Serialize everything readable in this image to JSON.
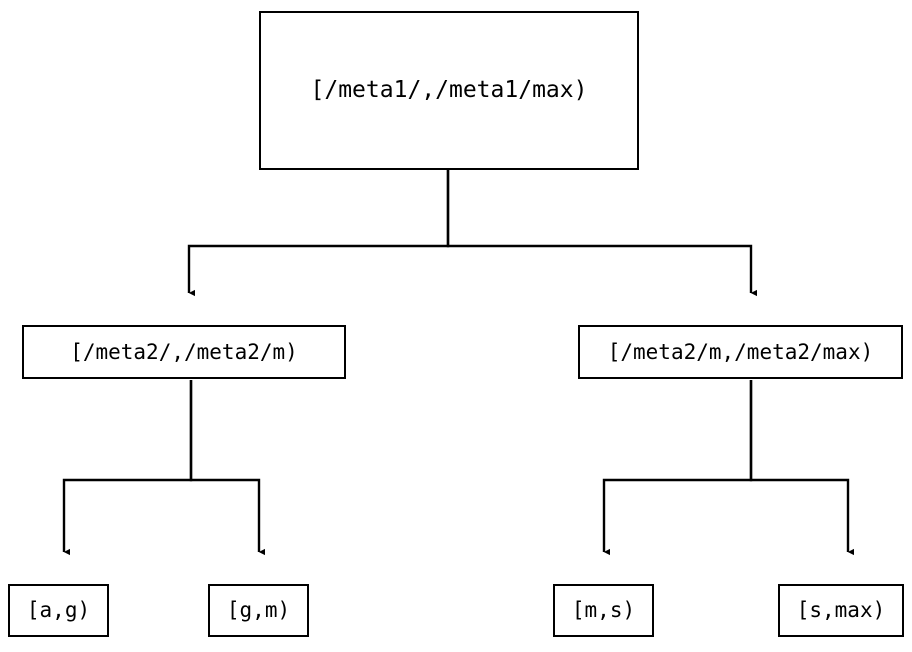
{
  "diagram": {
    "type": "interval-partition-tree",
    "background_color": "#ffffff",
    "stroke_color": "#000000",
    "nodes": {
      "root": {
        "label": "[/meta1/,/meta1/max)"
      },
      "meta2_low": {
        "label": "[/meta2/,/meta2/m)"
      },
      "meta2_high": {
        "label": "[/meta2/m,/meta2/max)"
      },
      "leaf_a_g": {
        "label": "[a,g)"
      },
      "leaf_g_m": {
        "label": "[g,m)"
      },
      "leaf_m_s": {
        "label": "[m,s)"
      },
      "leaf_s_max": {
        "label": "[s,max)"
      }
    }
  }
}
